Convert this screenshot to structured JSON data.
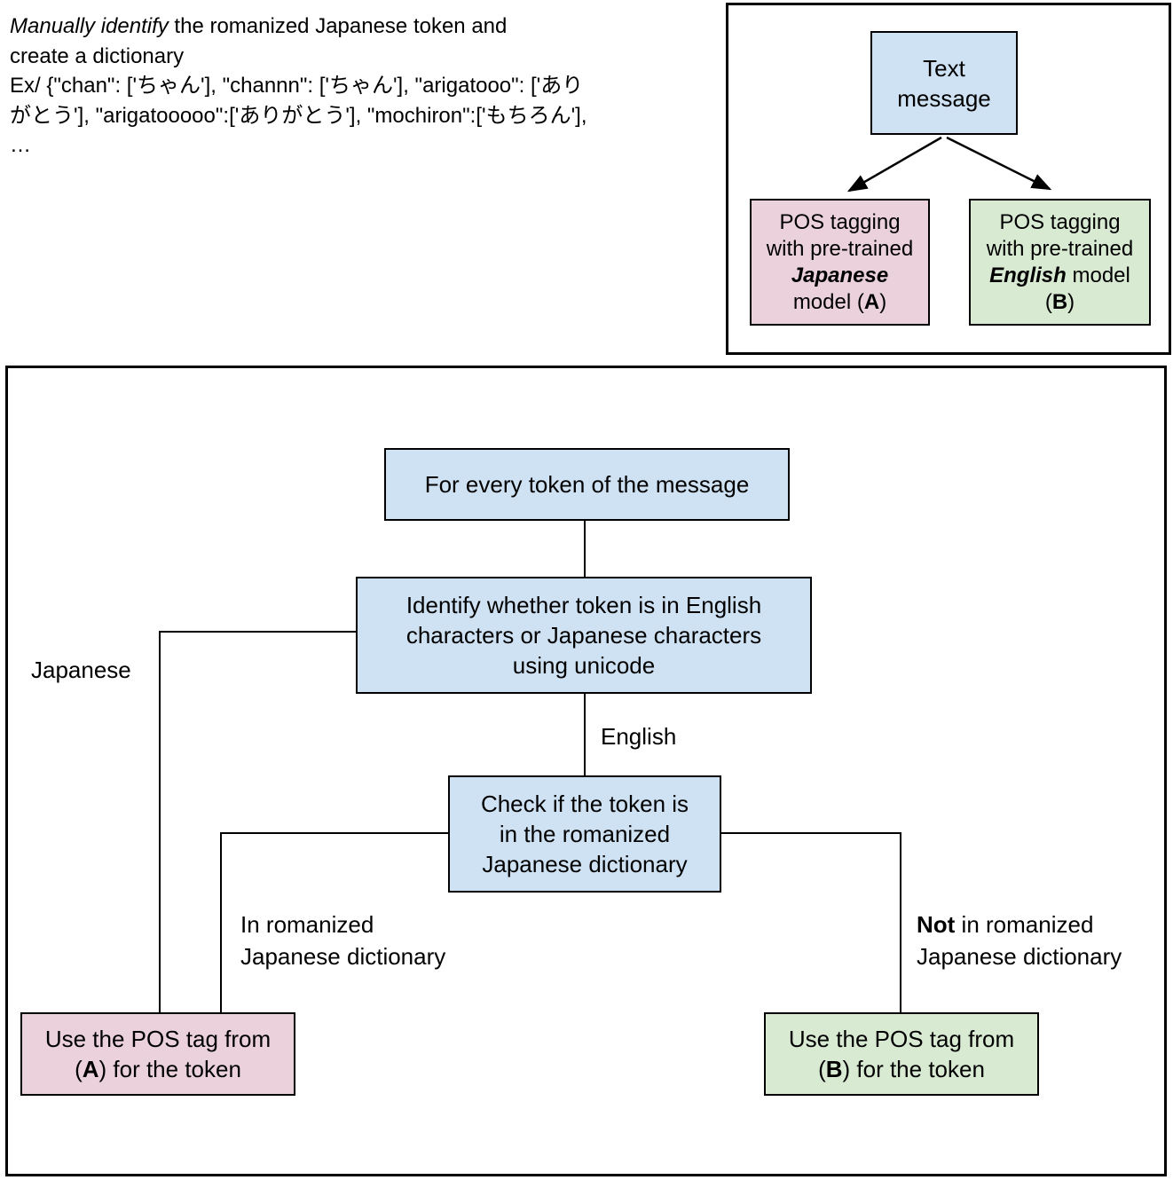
{
  "colors": {
    "node_blue": "#cfe2f3",
    "node_pink": "#ead1dc",
    "node_green": "#d9ead3",
    "border": "#000000",
    "background": "#ffffff"
  },
  "intro": {
    "line1_italic": "Manually identify",
    "line1_rest": " the romanized Japanese token and",
    "line2": "create a dictionary",
    "line3": "Ex/ {\"chan\": ['ちゃん'], \"channn\": ['ちゃん'], \"arigatooo\": ['あり",
    "line4": "がとう'], \"arigatooooo\":['ありがとう'], \"mochiron\":['もちろん'],",
    "line5": "…"
  },
  "overview": {
    "text_message": {
      "line1": "Text",
      "line2": "message"
    },
    "pos_japanese": {
      "line1": "POS tagging",
      "line2": "with pre-trained",
      "line3_bold_italic": "Japanese",
      "line4_pre": "model (",
      "line4_bold": "A",
      "line4_post": ")"
    },
    "pos_english": {
      "line1": "POS tagging",
      "line2": "with pre-trained",
      "line3_bold_italic": "English",
      "line3_rest": " model",
      "line4_pre": "(",
      "line4_bold": "B",
      "line4_post": ")"
    }
  },
  "flow": {
    "box_for_every_token": "For every token of the message",
    "box_identify": {
      "line1": "Identify whether token is in English",
      "line2": "characters or Japanese characters",
      "line3": "using unicode"
    },
    "box_check": {
      "line1": "Check if the token is",
      "line2": "in the romanized",
      "line3": "Japanese dictionary"
    },
    "label_japanese": "Japanese",
    "label_english": "English",
    "label_in_dict": {
      "line1": "In romanized",
      "line2": "Japanese dictionary"
    },
    "label_not_in_dict": {
      "line1_bold": "Not",
      "line1_rest": " in romanized",
      "line2": "Japanese dictionary"
    },
    "box_use_a": {
      "line1": "Use the POS tag from",
      "line2_pre": "(",
      "line2_bold": "A",
      "line2_post": ") for the token"
    },
    "box_use_b": {
      "line1": "Use the POS tag from",
      "line2_pre": "(",
      "line2_bold": "B",
      "line2_post": ") for the token"
    }
  }
}
